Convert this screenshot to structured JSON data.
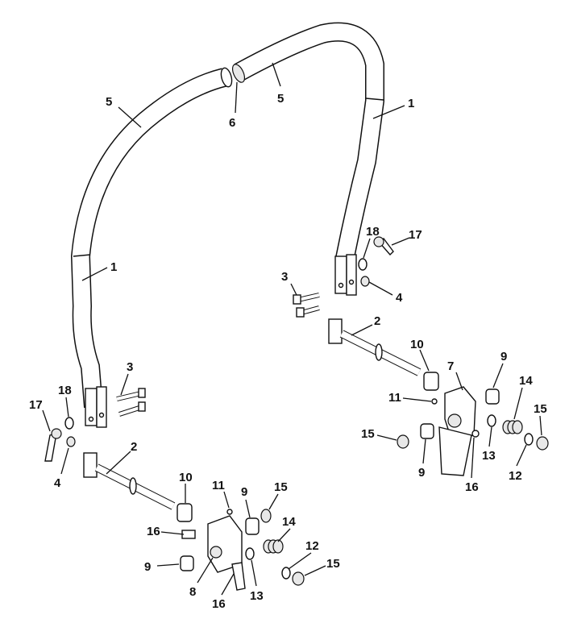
{
  "diagram": {
    "title": "Roll bar assembly exploded view",
    "callouts": [
      "1",
      "2",
      "3",
      "4",
      "5",
      "6",
      "7",
      "8",
      "9",
      "10",
      "11",
      "12",
      "13",
      "14",
      "15",
      "16",
      "17",
      "18"
    ]
  }
}
